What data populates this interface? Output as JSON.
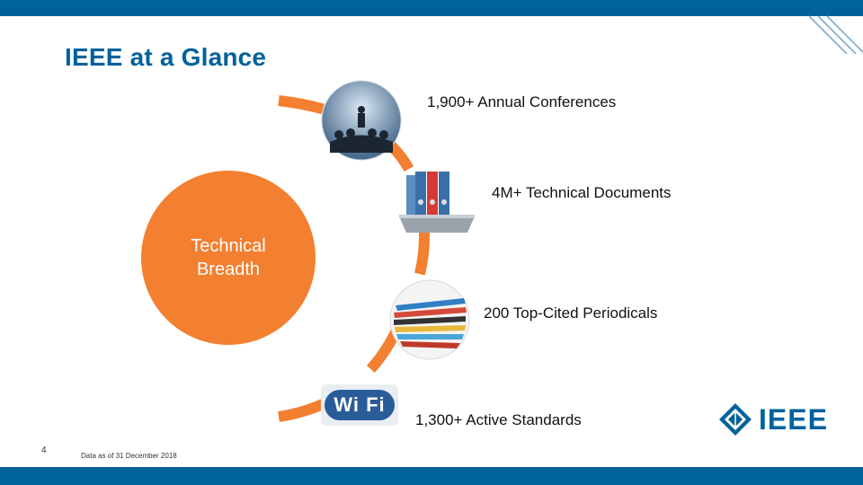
{
  "slide": {
    "title": "IEEE at a Glance",
    "center_label": "Technical\nBreadth",
    "items": [
      {
        "label": "1,900+ Annual Conferences",
        "icon": "audience-icon"
      },
      {
        "label": "4M+ Technical Documents",
        "icon": "binders-laptop-icon"
      },
      {
        "label": "200 Top-Cited Periodicals",
        "icon": "magazines-icon"
      },
      {
        "label": "1,300+ Active Standards",
        "icon": "wifi-icon"
      }
    ],
    "wifi_text": "Wi Fi",
    "page_number": "4",
    "footnote": "Data as of 31 December 2018",
    "logo_text": "IEEE"
  },
  "colors": {
    "brand_blue": "#00629b",
    "orange": "#f37f30"
  }
}
